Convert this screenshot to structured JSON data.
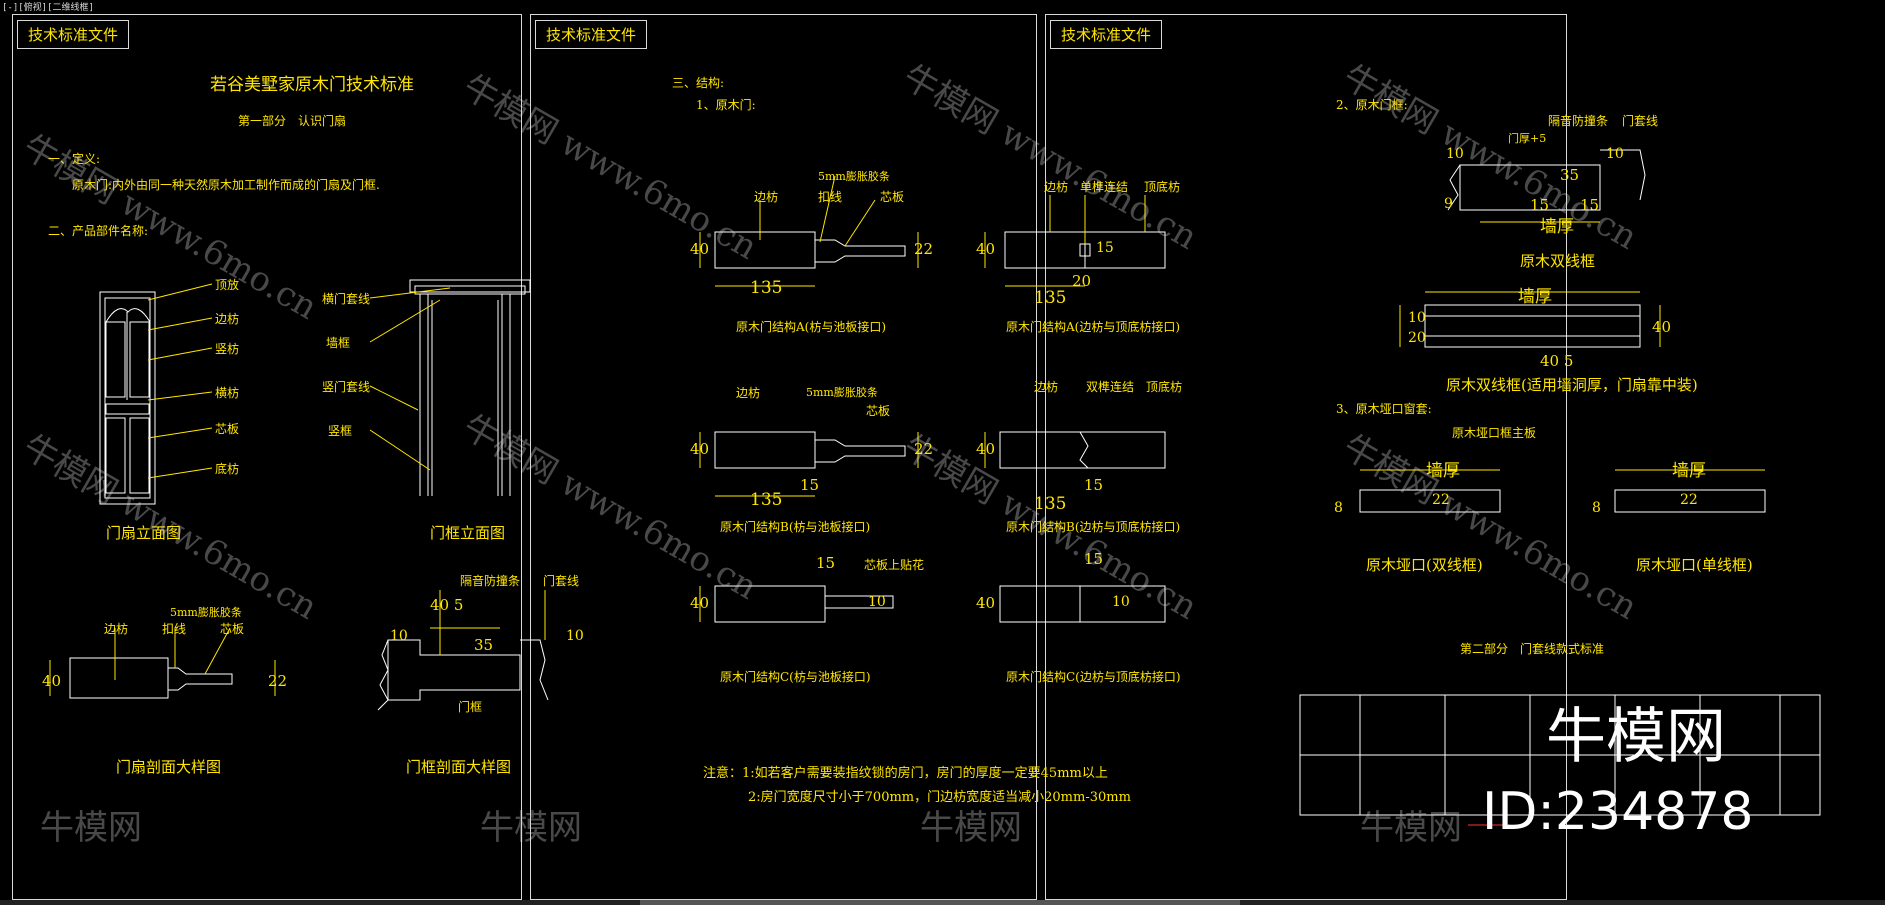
{
  "viewport": {
    "label": "[-][俯视][二维线框]"
  },
  "sheets": [
    {
      "tab": "技术标准文件"
    },
    {
      "tab": "技术标准文件"
    },
    {
      "tab": "技术标准文件"
    }
  ],
  "sheet1": {
    "title": "若谷美墅家原木门技术标准",
    "part1": "第一部分　认识门扇",
    "def_head": "一、定义:",
    "def_text": "原木门:内外由同一种天然原木加工制作而成的门扇及门框.",
    "parts_head": "二、产品部件名称:",
    "door_labels": [
      "顶放",
      "边枋",
      "竖枋",
      "横枋",
      "芯板",
      "底枋"
    ],
    "frame_labels": [
      "横门套线",
      "墙框",
      "竖门套线",
      "竖框"
    ],
    "cap_door_elev": "门扇立面图",
    "cap_frame_elev": "门框立面图",
    "sec_labels": [
      "5mm膨胀胶条",
      "边枋",
      "扣线",
      "芯板"
    ],
    "dim_40": "40",
    "dim_22": "22",
    "frame_sec_labels": [
      "隔音防撞条",
      "门套线",
      "门框"
    ],
    "dim_40_5": "40 5",
    "dim_10": "10",
    "dim_35": "35",
    "cap_door_sec": "门扇剖面大样图",
    "cap_frame_sec": "门框剖面大样图"
  },
  "sheet2": {
    "struct_head": "三、结构:",
    "door_head": "1、原木门:",
    "a1_labels": [
      "5mm膨胀胶条",
      "边枋",
      "扣线",
      "芯板"
    ],
    "a2_labels": [
      "边枋",
      "单榫连结",
      "顶底枋"
    ],
    "dim_135": "135",
    "dim_20": "20",
    "dim_15": "15",
    "dim_40": "40",
    "dim_22": "22",
    "dim_10": "10",
    "cap_a1": "原木门结构A(枋与池板接口)",
    "cap_a2": "原木门结构A(边枋与顶底枋接口)",
    "b1_labels": [
      "边枋",
      "5mm膨胀胶条",
      "芯板"
    ],
    "b2_labels": [
      "边枋",
      "双榫连结",
      "顶底枋"
    ],
    "cap_b1": "原木门结构B(枋与池板接口)",
    "cap_b2": "原木门结构B(边枋与顶底枋接口)",
    "c1_label": "芯板上贴花",
    "cap_c1": "原木门结构C(枋与池板接口)",
    "cap_c2": "原木门结构C(边枋与顶底枋接口)",
    "note1": "注意：1:如若客户需要装指纹锁的房门，房门的厚度一定要45mm以上",
    "note2": "2:房门宽度尺寸小于700mm，门边枋宽度适当减小20mm-30mm"
  },
  "sheet3": {
    "frame_head": "2、原木门框:",
    "f_labels": [
      "门厚+5",
      "隔音防撞条",
      "门套线"
    ],
    "dim_wall": "墙厚",
    "dim_9": "9",
    "dim_10": "10",
    "dim_15": "15",
    "dim_35": "35",
    "dim_40": "40",
    "dim_20": "20",
    "dim_5": "5",
    "dim_22": "22",
    "dim_8": "8",
    "cap_double": "原木双线框",
    "cap_double_note": "原木双线框(适用墙洞厚，门扇靠中装)",
    "opening_head": "3、原木垭口窗套:",
    "main_board": "原木垭口框主板",
    "cap_open_double": "原木垭口(双线框)",
    "cap_open_single": "原木垭口(单线框)",
    "part2": "第二部分　门套线款式标准"
  },
  "watermark": {
    "text": "牛模网 www.6mo.cn",
    "brand": "牛模网",
    "id": "ID:234878"
  },
  "colors": {
    "ink": "#ffe600",
    "line": "#ffffff",
    "border": "#d8d8d8",
    "accent": "#ff3333"
  }
}
